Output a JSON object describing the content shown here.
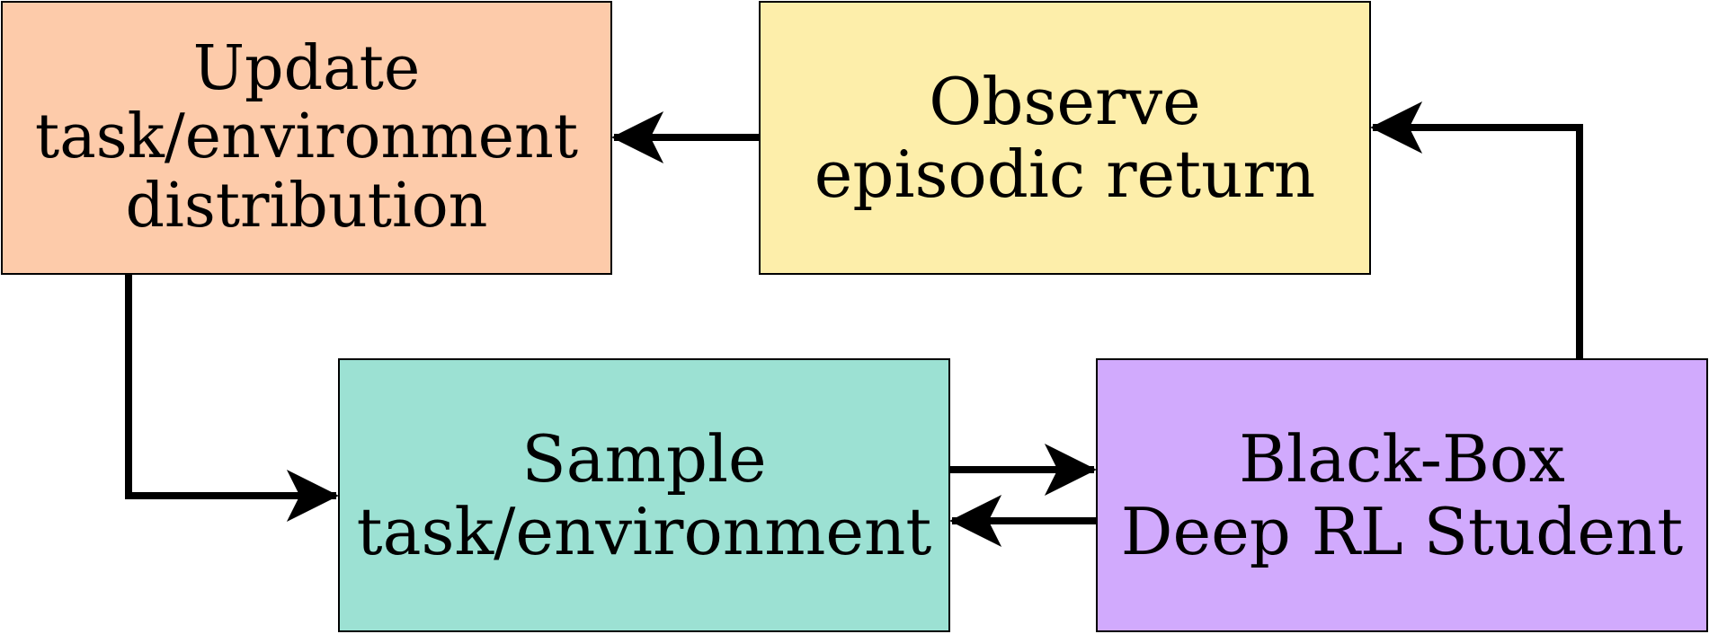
{
  "diagram": {
    "nodes": [
      {
        "id": "update",
        "lines": [
          "Update",
          "task/environment",
          "distribution"
        ],
        "fill": "#fdcbaa"
      },
      {
        "id": "observe",
        "lines": [
          "Observe",
          "episodic return"
        ],
        "fill": "#fdeeaa"
      },
      {
        "id": "sample",
        "lines": [
          "Sample",
          "task/environment"
        ],
        "fill": "#9ce1d3"
      },
      {
        "id": "student",
        "lines": [
          "Black-Box",
          "Deep RL Student"
        ],
        "fill": "#d1aafd"
      }
    ],
    "edges": [
      {
        "from": "observe",
        "to": "update"
      },
      {
        "from": "update",
        "to": "sample"
      },
      {
        "from": "sample",
        "to": "student"
      },
      {
        "from": "student",
        "to": "sample"
      },
      {
        "from": "student",
        "to": "observe"
      }
    ],
    "colors": {
      "stroke": "#000000"
    }
  }
}
